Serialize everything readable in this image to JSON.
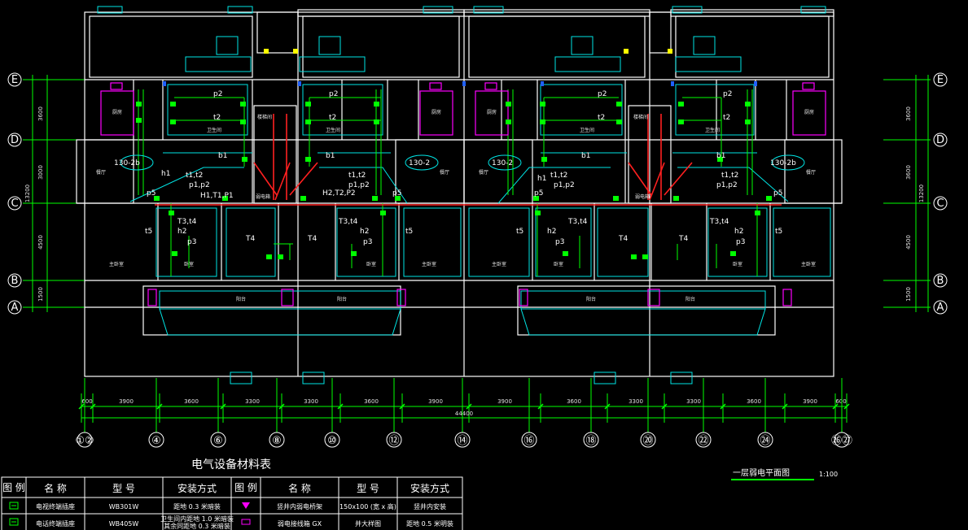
{
  "drawing": {
    "title": "电气设备材料表",
    "plan_title": "一层弱电平面图",
    "plan_scale": "1:100",
    "total_length": "44400",
    "horizontal_dims": [
      "600",
      "3900",
      "3600",
      "3300",
      "3300",
      "3600",
      "3900",
      "3900",
      "3600",
      "3300",
      "3300",
      "3600",
      "3900",
      "600"
    ],
    "column_axes": [
      "①②",
      "④",
      "⑥",
      "⑧",
      "⑩",
      "⑫",
      "⑭",
      "⑯",
      "⑱",
      "⑳",
      "㉒",
      "㉔",
      "㉖㉗"
    ],
    "row_axes": [
      "E",
      "D",
      "C",
      "B",
      "A"
    ],
    "left_row_dims": [
      "3600",
      "3000",
      "4500",
      "1500"
    ],
    "left_total_dim": "13200",
    "right_row_dims": [
      "3600",
      "3600",
      "4500",
      "1500"
    ],
    "right_total_dim": "13200",
    "stair_labels": [
      "楼梯间",
      "楼梯间"
    ],
    "room_labels": [
      "厨房",
      "卫生间",
      "餐厅",
      "主卧室",
      "卧室",
      "阳台"
    ],
    "panel_labels": [
      "130-2b",
      "130-2",
      "130-2",
      "130-2b"
    ],
    "circuit_labels": [
      "p2",
      "t2",
      "b1",
      "h1",
      "t1,t2",
      "p1,p2",
      "p5",
      "H1,T1,P1",
      "H2,T2,P2",
      "T3,t4",
      "T4",
      "h2",
      "p3",
      "t5",
      "弱电箱"
    ]
  },
  "table": {
    "headers": [
      "图 例",
      "名 称",
      "型 号",
      "安装方式",
      "图 例",
      "名 称",
      "型 号",
      "安装方式"
    ],
    "rows": [
      [
        "",
        "电视终端插座",
        "WB301W",
        "距地 0.3 米暗装",
        "",
        "竖井内弱电桥架",
        "150x100 (宽 x 高)",
        "竖井内安装"
      ],
      [
        "",
        "电话终端插座",
        "WB405W",
        "卫生间内距地 1.0 米暗装",
        "",
        "弱电接线箱 GX",
        "",
        "距地 0.5 米明装"
      ]
    ],
    "row2_extra": [
      "其余同距地 0.3 米暗装",
      "并大样图"
    ]
  },
  "colors": {
    "background": "#000000",
    "wall": "#ffffff",
    "cyan": "#00e5e5",
    "green": "#00ff00",
    "red": "#ff2020",
    "magenta": "#ff00ff",
    "yellow": "#ffff00",
    "blue": "#2060ff"
  }
}
